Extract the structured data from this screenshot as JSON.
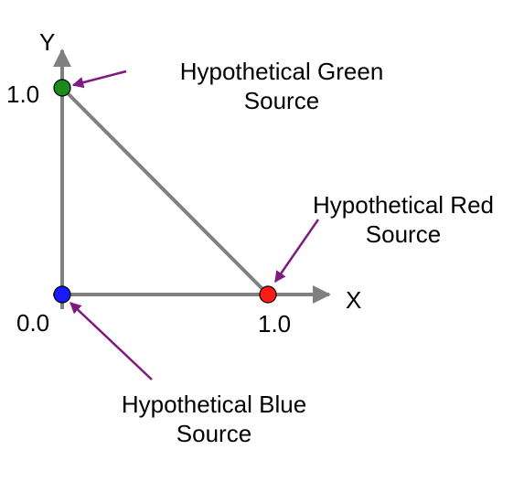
{
  "axes": {
    "y_label": "Y",
    "x_label": "X",
    "y_tick_top": "1.0",
    "origin_tick": "0.0",
    "x_tick_right": "1.0"
  },
  "sources": [
    {
      "id": "green",
      "line1": "Hypothetical Green",
      "line2": "Source",
      "x": 0,
      "y": 1,
      "color": "#1c8a1c"
    },
    {
      "id": "red",
      "line1": "Hypothetical Red",
      "line2": "Source",
      "x": 1,
      "y": 0,
      "color": "#ff1a1a"
    },
    {
      "id": "blue",
      "line1": "Hypothetical Blue",
      "line2": "Source",
      "x": 0,
      "y": 0,
      "color": "#1a1aff"
    }
  ],
  "colors": {
    "axis_line": "#808080",
    "callout_arrow": "#7f1a7f",
    "point_outline": "#000000"
  }
}
